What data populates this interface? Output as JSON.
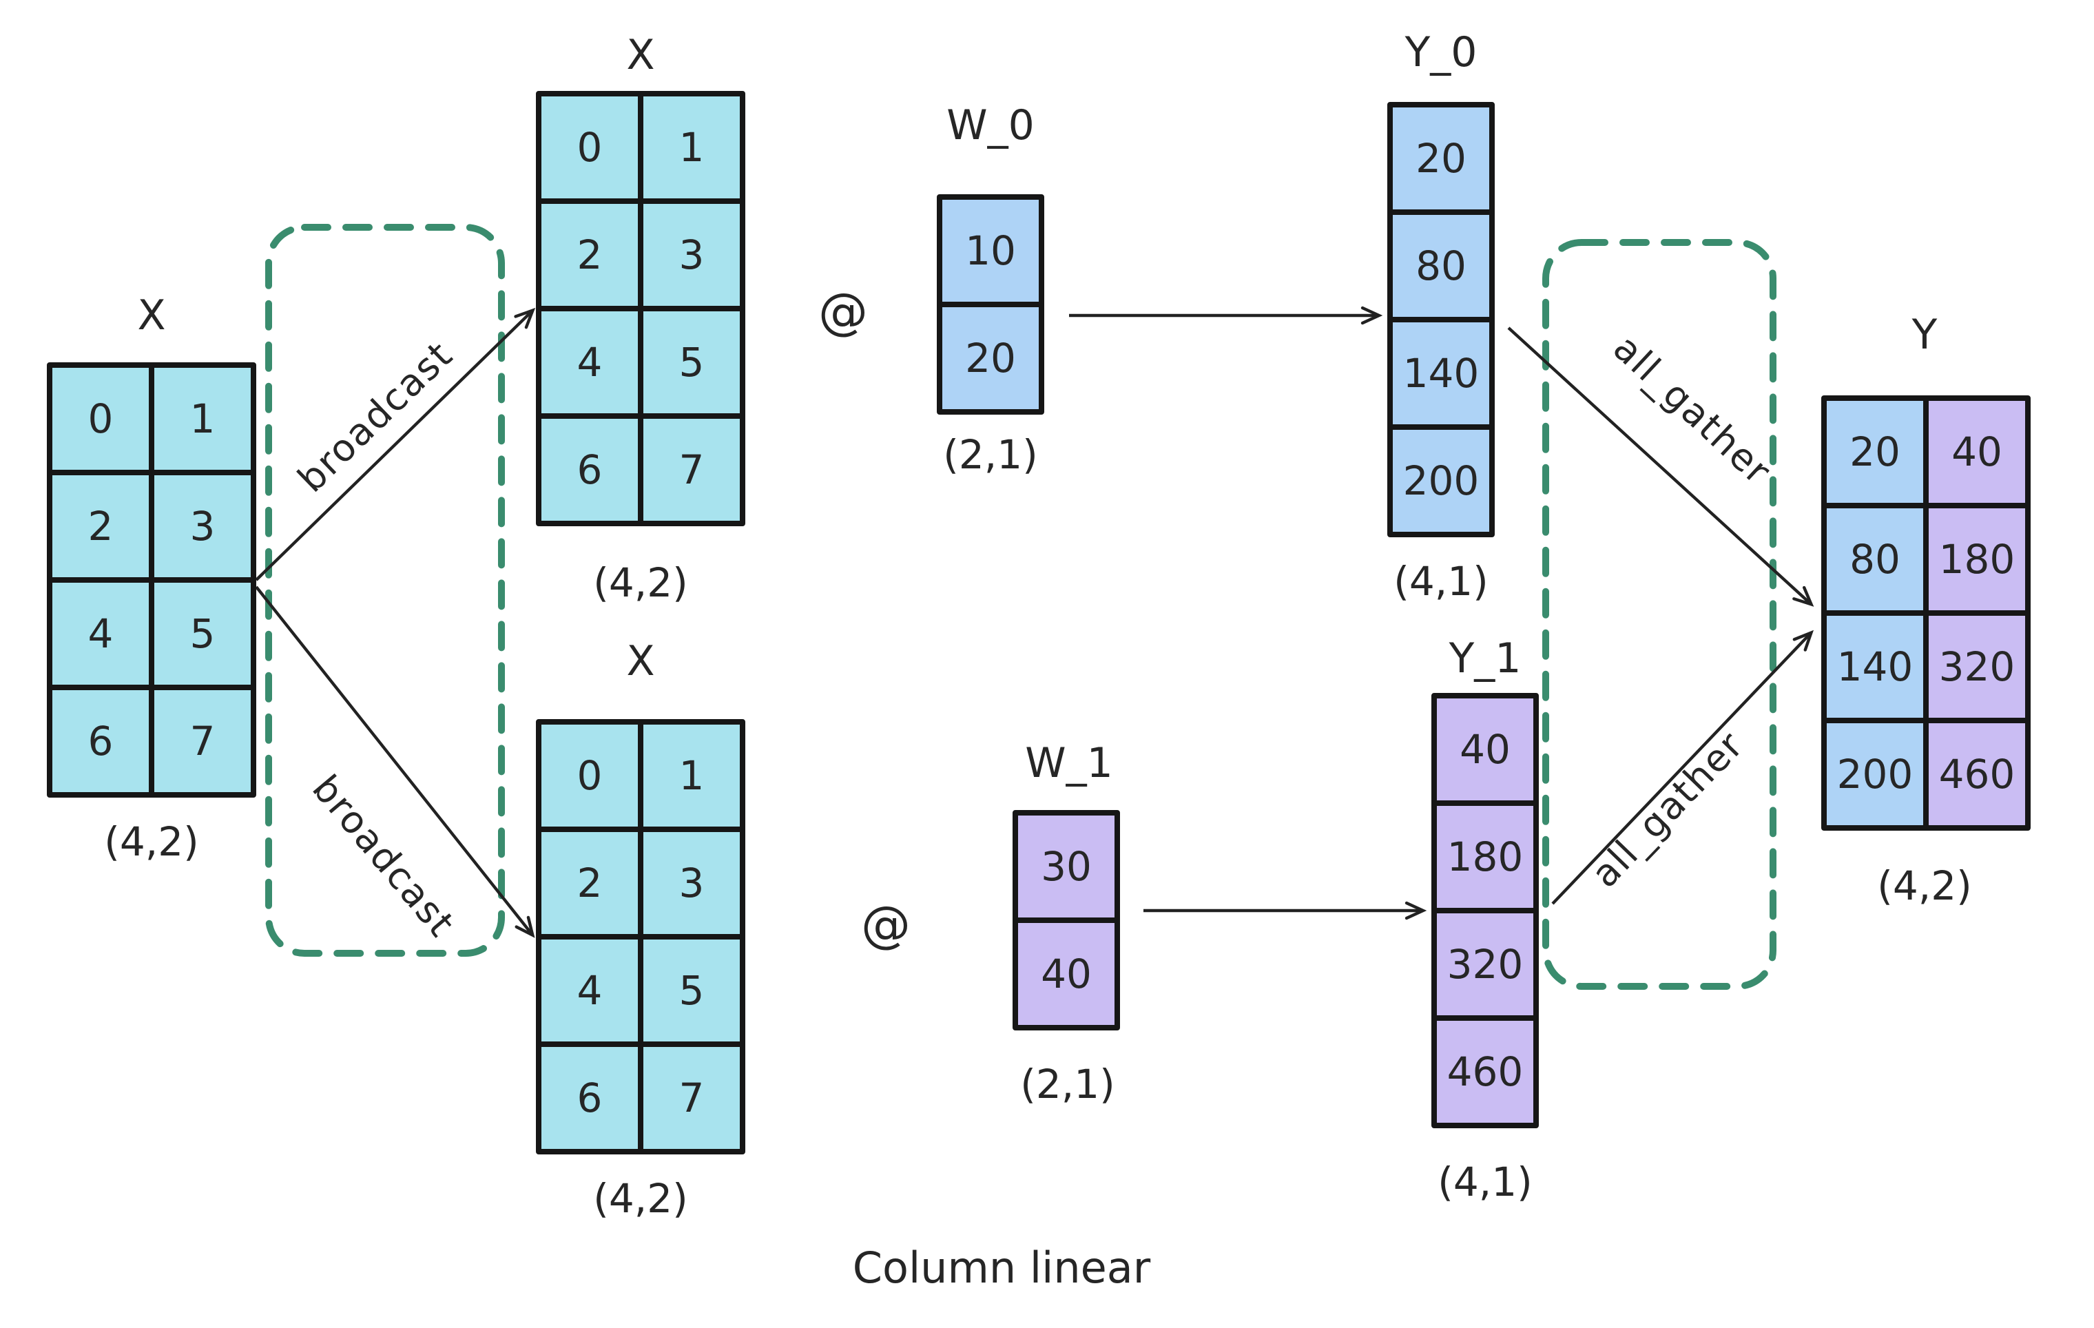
{
  "title": "Column linear",
  "colors": {
    "cell_cyan": "#a8e3ee",
    "cell_blue": "#aed3f6",
    "cell_purple": "#cabdf3",
    "dashed_box_green": "#3a8c6e",
    "line_black": "#222222"
  },
  "matrices": {
    "x_input": {
      "label": "X",
      "shape": "(4,2)",
      "values": [
        0,
        1,
        2,
        3,
        4,
        5,
        6,
        7
      ]
    },
    "x_top": {
      "label": "X",
      "shape": "(4,2)",
      "values": [
        0,
        1,
        2,
        3,
        4,
        5,
        6,
        7
      ]
    },
    "x_bottom": {
      "label": "X",
      "shape": "(4,2)",
      "values": [
        0,
        1,
        2,
        3,
        4,
        5,
        6,
        7
      ]
    },
    "w0": {
      "label": "W_0",
      "shape": "(2,1)",
      "values": [
        10,
        20
      ]
    },
    "w1": {
      "label": "W_1",
      "shape": "(2,1)",
      "values": [
        30,
        40
      ]
    },
    "y0": {
      "label": "Y_0",
      "shape": "(4,1)",
      "values": [
        20,
        80,
        140,
        200
      ]
    },
    "y1": {
      "label": "Y_1",
      "shape": "(4,1)",
      "values": [
        40,
        180,
        320,
        460
      ]
    },
    "y": {
      "label": "Y",
      "shape": "(4,2)",
      "values": [
        20,
        40,
        80,
        180,
        140,
        320,
        200,
        460
      ]
    }
  },
  "operators": {
    "matmul_top": "@",
    "matmul_bottom": "@"
  },
  "edges": {
    "broadcast_top": "broadcast",
    "broadcast_bottom": "broadcast",
    "all_gather_top": "all_gather",
    "all_gather_bottom": "all_gather"
  }
}
